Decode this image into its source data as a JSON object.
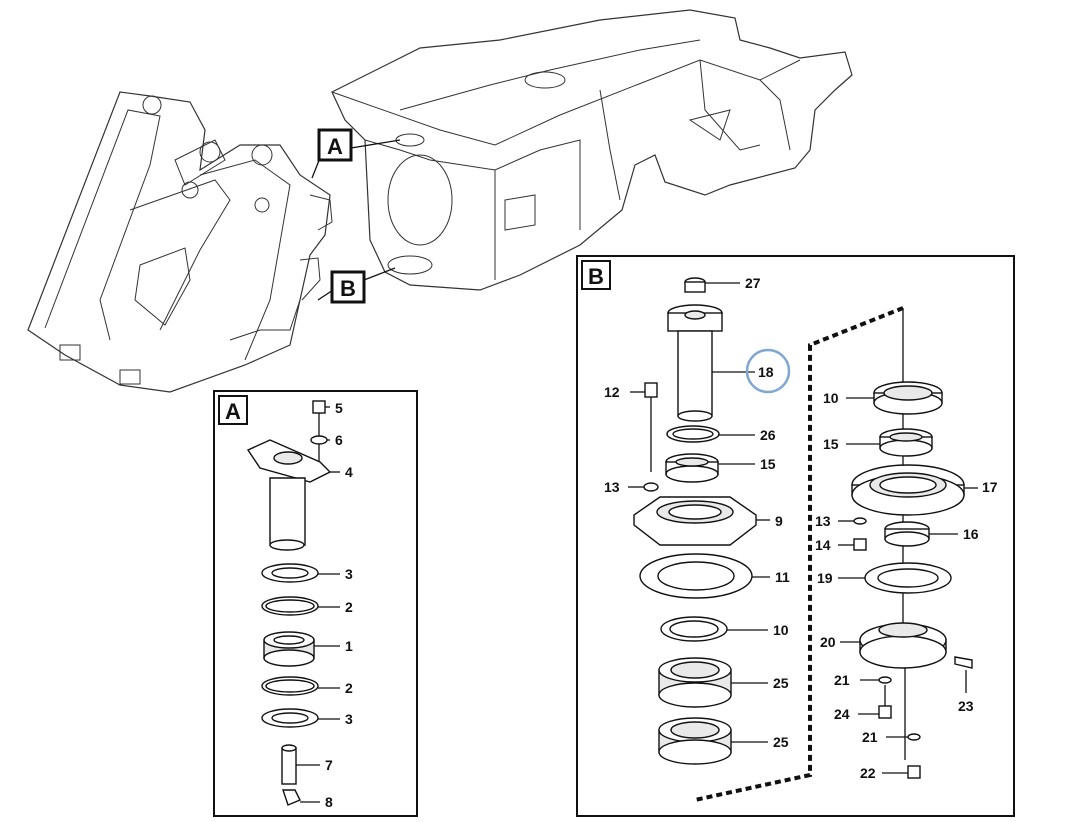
{
  "callouts": {
    "a_frame": "A",
    "b_frame": "B",
    "a_box": "A",
    "b_box": "B"
  },
  "detail_a": {
    "labels": [
      "5",
      "6",
      "4",
      "3",
      "2",
      "1",
      "2",
      "3",
      "7",
      "8"
    ]
  },
  "detail_b": {
    "labels": [
      "27",
      "18",
      "12",
      "26",
      "15",
      "13",
      "9",
      "11",
      "10",
      "25",
      "25",
      "10",
      "15",
      "17",
      "13",
      "14",
      "16",
      "19",
      "20",
      "21",
      "24",
      "23",
      "21",
      "22"
    ],
    "highlighted": "18"
  },
  "colors": {
    "highlight_circle": "#7fa7cf",
    "line": "#111111"
  }
}
